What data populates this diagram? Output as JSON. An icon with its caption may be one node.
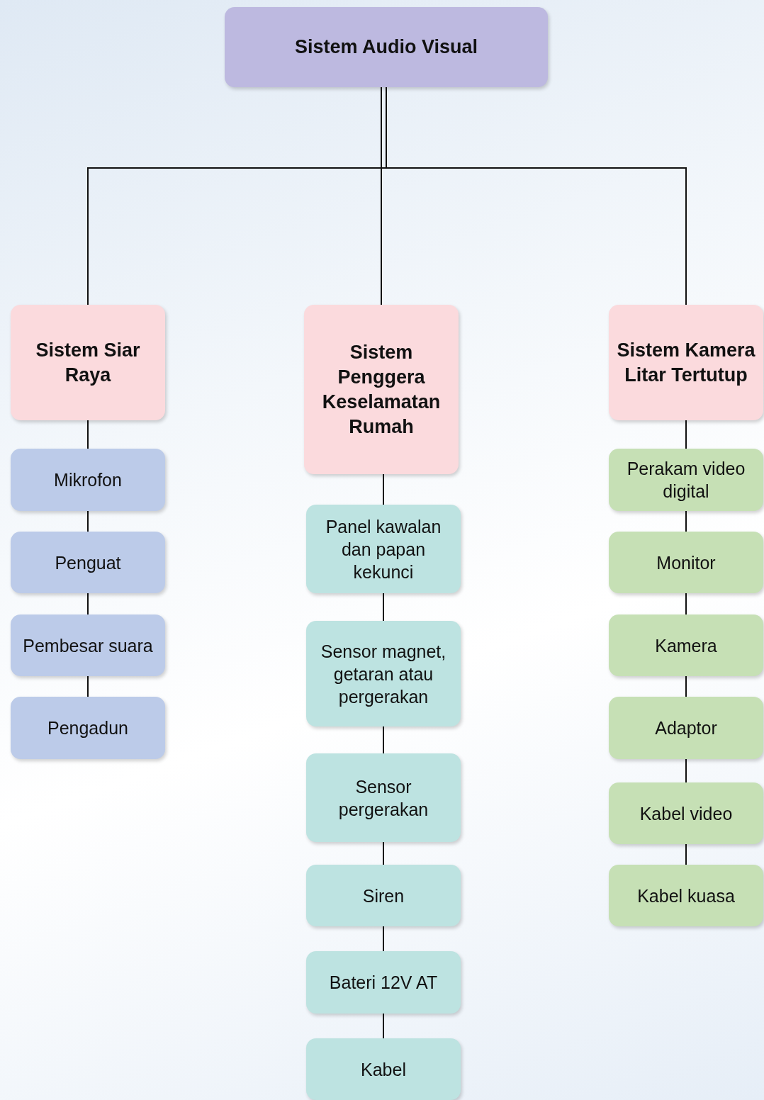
{
  "diagram": {
    "nodes": [
      {
        "text": [
          "Sistem Audio Visual"
        ]
      },
      {
        "text": [
          "Sistem Siar Raya"
        ]
      },
      {
        "text": [
          "Sistem Penggera Keselamatan Rumah"
        ]
      },
      {
        "text": [
          "Sistem Kamera Litar Tertutup"
        ]
      },
      {
        "text": [
          "Mikrofon"
        ]
      },
      {
        "text": [
          "Penguat"
        ]
      },
      {
        "text": [
          "Pembesar suara"
        ]
      },
      {
        "text": [
          "Pengadun"
        ]
      },
      {
        "text": [
          "Panel kawalan dan papan kekunci"
        ]
      },
      {
        "text": [
          "Sensor magnet, getaran atau pergerakan"
        ]
      },
      {
        "text": [
          "Sensor pergerakan"
        ]
      },
      {
        "text": [
          "Siren"
        ]
      },
      {
        "text": [
          "Bateri 12V AT"
        ]
      },
      {
        "text": [
          "Kabel"
        ]
      },
      {
        "text": [
          "Perakam video digital"
        ]
      },
      {
        "text": [
          "Monitor"
        ]
      },
      {
        "text": [
          "Kamera"
        ]
      },
      {
        "text": [
          "Adaptor"
        ]
      },
      {
        "text": [
          "Kabel video"
        ]
      },
      {
        "text": [
          "Kabel kuasa"
        ]
      }
    ],
    "edges": [
      {
        "from": 0,
        "to": 1,
        "arrow": "none"
      },
      {
        "from": 0,
        "to": 2,
        "arrow": "none"
      },
      {
        "from": 0,
        "to": 3,
        "arrow": "none"
      },
      {
        "from": 1,
        "to": 4,
        "arrow": "none"
      },
      {
        "from": 4,
        "to": 5,
        "arrow": "none"
      },
      {
        "from": 5,
        "to": 6,
        "arrow": "none"
      },
      {
        "from": 6,
        "to": 7,
        "arrow": "none"
      },
      {
        "from": 2,
        "to": 8,
        "arrow": "none"
      },
      {
        "from": 8,
        "to": 9,
        "arrow": "none"
      },
      {
        "from": 9,
        "to": 10,
        "arrow": "none"
      },
      {
        "from": 10,
        "to": 11,
        "arrow": "none"
      },
      {
        "from": 11,
        "to": 12,
        "arrow": "none"
      },
      {
        "from": 12,
        "to": 13,
        "arrow": "none"
      },
      {
        "from": 3,
        "to": 14,
        "arrow": "none"
      },
      {
        "from": 14,
        "to": 15,
        "arrow": "none"
      },
      {
        "from": 15,
        "to": 16,
        "arrow": "none"
      },
      {
        "from": 16,
        "to": 17,
        "arrow": "none"
      },
      {
        "from": 17,
        "to": 18,
        "arrow": "none"
      },
      {
        "from": 18,
        "to": 19,
        "arrow": "none"
      }
    ]
  }
}
